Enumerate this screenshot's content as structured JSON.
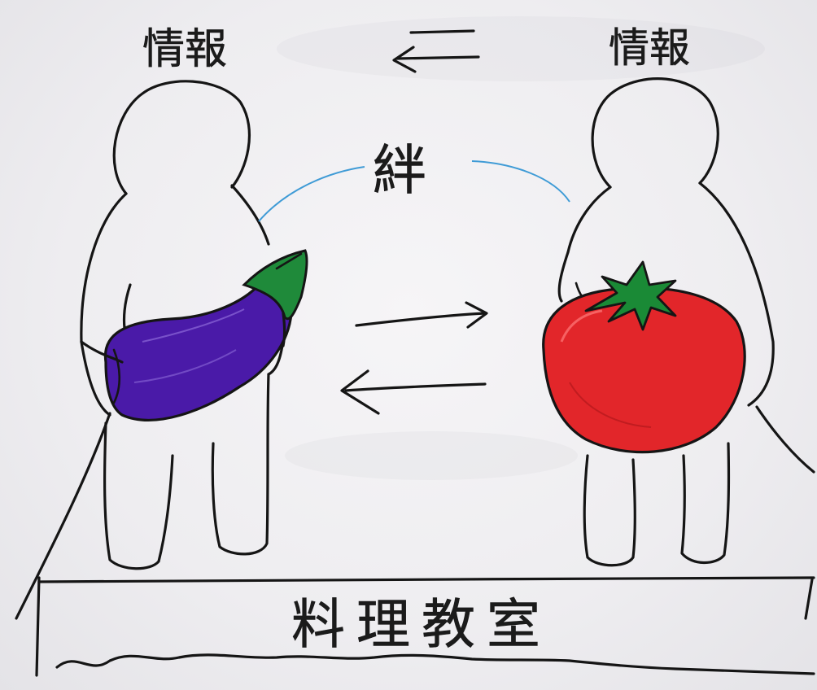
{
  "labels": {
    "info_left": "情報",
    "info_right": "情報",
    "bond": "絆",
    "counter": "料理教室"
  },
  "colors": {
    "eggplant": "#4a1aa8",
    "eggplant_stem": "#1f8a3a",
    "tomato": "#e2262a",
    "tomato_leaves": "#1a8a36",
    "bond_line": "#3f9bd6",
    "ink": "#151515"
  },
  "icons": {
    "left_person_holds": "eggplant-icon",
    "right_person_holds": "tomato-icon"
  }
}
